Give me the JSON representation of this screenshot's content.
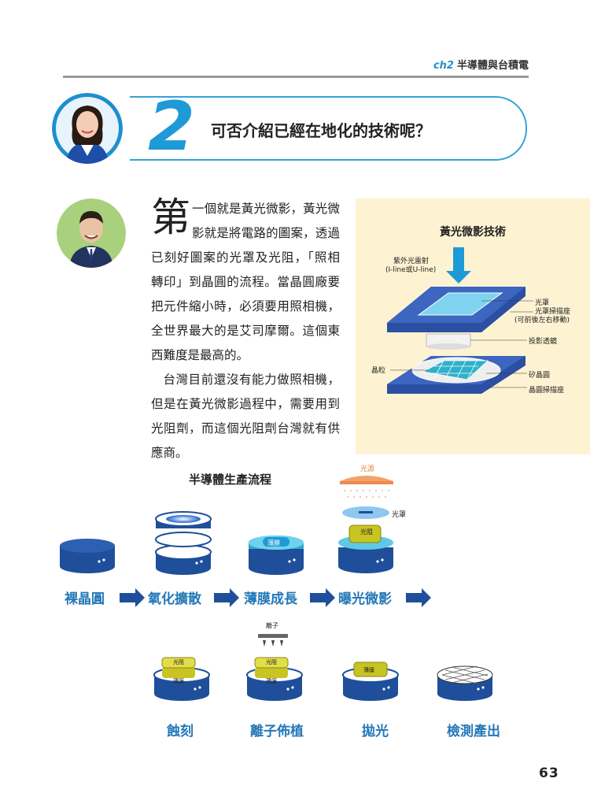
{
  "header": {
    "chapter": "ch2",
    "title": "半導體與台積電"
  },
  "question": {
    "number": "2",
    "text": "可否介紹已經在地化的技術呢？"
  },
  "answer": {
    "dropcap": "第",
    "p1_rest": "一個就是黃光微影，黃光微影就是將電路的圖案，透過已刻好圖案的光罩及光阻，「照相轉印」到晶圓的流程。當晶圓廠要把元件縮小時，必須要用照相機，全世界最大的是艾司摩爾。這個東西難度是最高的。",
    "p2": "台灣目前還沒有能力做照相機，但是在黃光微影過程中，需要用到光阻劑，而這個光阻劑台灣就有供應商。"
  },
  "litho": {
    "title": "黃光微影技術",
    "uv_label1": "紫外光雷射",
    "uv_label2": "(I-line或U-line)",
    "mask": "光罩",
    "mask_stage": "光罩掃描座",
    "mask_stage_note": "(可前後左右移動)",
    "lens": "投影透鏡",
    "grain": "晶粒",
    "wafer": "矽晶圓",
    "wafer_stage": "晶圓掃描座"
  },
  "flow": {
    "title": "半導體生產流程",
    "light_source": "光源",
    "mask": "光罩",
    "photoresist": "光阻",
    "film": "薄膜",
    "ion": "離子",
    "row1": [
      "裸晶圓",
      "氧化擴散",
      "薄膜成長",
      "曝光微影"
    ],
    "row2": [
      "蝕刻",
      "離子佈植",
      "拋光",
      "檢測產出"
    ]
  },
  "page_number": "63",
  "colors": {
    "accent": "#1e9ad6",
    "step_text": "#2478b8",
    "disk": "#1f4f9a",
    "photoresist": "#c8c423",
    "panel_bg": "#fdf3d3"
  }
}
